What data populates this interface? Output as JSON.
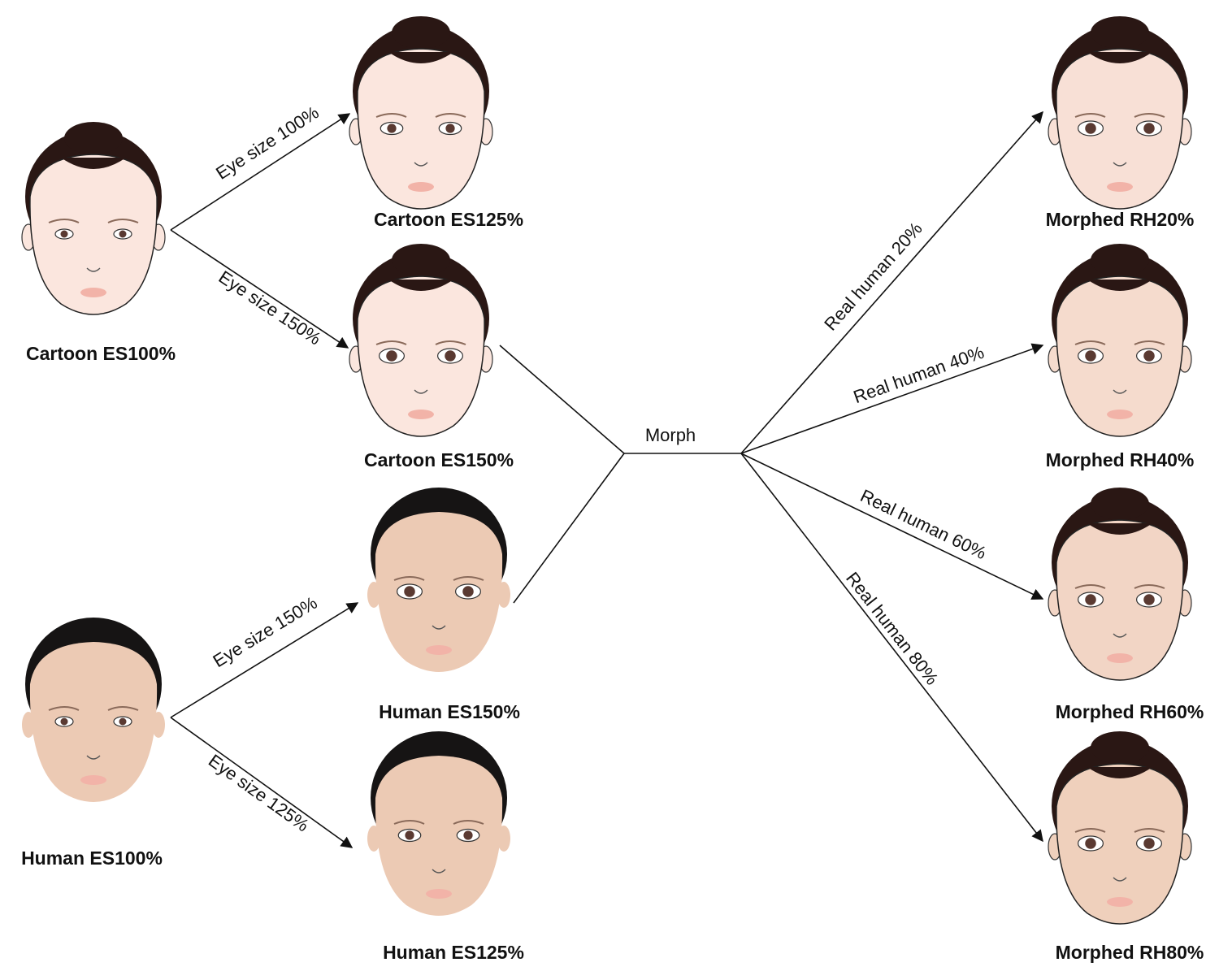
{
  "colors": {
    "cartoon_skin": "#fbe6de",
    "human_skin": "#eccab4",
    "hair": "#2a1714",
    "human_hair": "#161414",
    "line": "#111111",
    "lips": "#f2b3a8"
  },
  "nodes": [
    {
      "id": "cartoon-es100",
      "label": "Cartoon ES100%",
      "kind": "cartoon",
      "eye": 1.0
    },
    {
      "id": "cartoon-es125",
      "label": "Cartoon ES125%",
      "kind": "cartoon",
      "eye": 1.25
    },
    {
      "id": "cartoon-es150",
      "label": "Cartoon ES150%",
      "kind": "cartoon",
      "eye": 1.5
    },
    {
      "id": "human-es100",
      "label": "Human ES100%",
      "kind": "human",
      "eye": 1.0
    },
    {
      "id": "human-es150",
      "label": "Human ES150%",
      "kind": "human",
      "eye": 1.5
    },
    {
      "id": "human-es125",
      "label": "Human ES125%",
      "kind": "human",
      "eye": 1.25
    },
    {
      "id": "morphed-rh20",
      "label": "Morphed RH20%",
      "kind": "morph",
      "real": 0.2
    },
    {
      "id": "morphed-rh40",
      "label": "Morphed RH40%",
      "kind": "morph",
      "real": 0.4
    },
    {
      "id": "morphed-rh60",
      "label": "Morphed RH60%",
      "kind": "morph",
      "real": 0.6
    },
    {
      "id": "morphed-rh80",
      "label": "Morphed RH80%",
      "kind": "morph",
      "real": 0.8
    }
  ],
  "edges": {
    "cartoon_eye_100": "Eye size 100%",
    "cartoon_eye_150": "Eye size 150%",
    "human_eye_150": "Eye size 150%",
    "human_eye_125": "Eye size 125%",
    "morph": "Morph",
    "real_20": "Real human 20%",
    "real_40": "Real human 40%",
    "real_60": "Real human 60%",
    "real_80": "Real human 80%"
  }
}
